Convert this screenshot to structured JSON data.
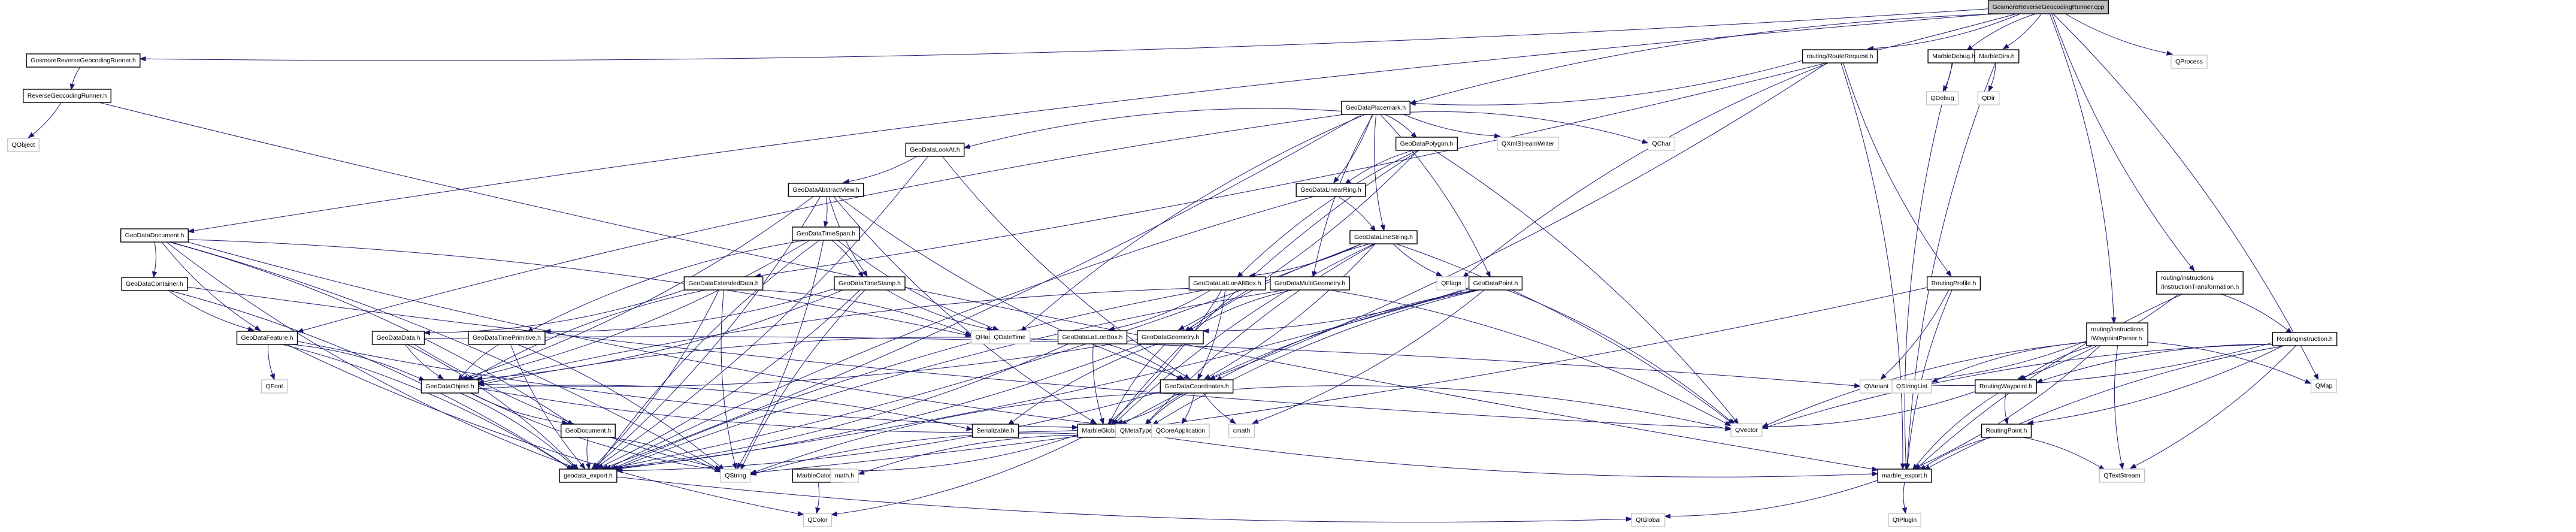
{
  "diagram": {
    "type": "include-dependency-graph",
    "root": "GosmoreReverseGeocodingRunner.cpp",
    "edge_color": "#191970",
    "node_border_internal": "#000000",
    "node_border_external": "#bfbfbf",
    "root_fill": "#bfbfbf",
    "nodes": [
      {
        "id": "root",
        "label": "GosmoreReverseGeocodingRunner.cpp",
        "kind": "root"
      },
      {
        "id": "grgr_h",
        "label": "GosmoreReverseGeocodingRunner.h",
        "kind": "internal"
      },
      {
        "id": "rgr_h",
        "label": "ReverseGeocodingRunner.h",
        "kind": "internal"
      },
      {
        "id": "qobject",
        "label": "QObject",
        "kind": "external"
      },
      {
        "id": "routereq",
        "label": "routing/RouteRequest.h",
        "kind": "internal"
      },
      {
        "id": "marbledebug",
        "label": "MarbleDebug.h",
        "kind": "internal"
      },
      {
        "id": "marbledirs",
        "label": "MarbleDirs.h",
        "kind": "internal"
      },
      {
        "id": "qprocess",
        "label": "QProcess",
        "kind": "external"
      },
      {
        "id": "qdebug",
        "label": "QDebug",
        "kind": "external"
      },
      {
        "id": "qdir",
        "label": "QDir",
        "kind": "external"
      },
      {
        "id": "placemark",
        "label": "GeoDataPlacemark.h",
        "kind": "internal"
      },
      {
        "id": "lookat",
        "label": "GeoDataLookAt.h",
        "kind": "internal"
      },
      {
        "id": "polygon",
        "label": "GeoDataPolygon.h",
        "kind": "internal"
      },
      {
        "id": "qxml",
        "label": "QXmlStreamWriter",
        "kind": "external"
      },
      {
        "id": "qchar",
        "label": "QChar",
        "kind": "external"
      },
      {
        "id": "abstractview",
        "label": "GeoDataAbstractView.h",
        "kind": "internal"
      },
      {
        "id": "linearring",
        "label": "GeoDataLinearRing.h",
        "kind": "internal"
      },
      {
        "id": "document",
        "label": "GeoDataDocument.h",
        "kind": "internal"
      },
      {
        "id": "timespan",
        "label": "GeoDataTimeSpan.h",
        "kind": "internal"
      },
      {
        "id": "linestring",
        "label": "GeoDataLineString.h",
        "kind": "internal"
      },
      {
        "id": "container",
        "label": "GeoDataContainer.h",
        "kind": "internal"
      },
      {
        "id": "extendeddata",
        "label": "GeoDataExtendedData.h",
        "kind": "internal"
      },
      {
        "id": "timestamp",
        "label": "GeoDataTimeStamp.h",
        "kind": "internal"
      },
      {
        "id": "latlonaltbox",
        "label": "GeoDataLatLonAltBox.h",
        "kind": "internal"
      },
      {
        "id": "multigeometry",
        "label": "GeoDataMultiGeometry.h",
        "kind": "internal"
      },
      {
        "id": "qflags",
        "label": "QFlags",
        "kind": "external"
      },
      {
        "id": "point",
        "label": "GeoDataPoint.h",
        "kind": "internal"
      },
      {
        "id": "routingprofile",
        "label": "RoutingProfile.h",
        "kind": "internal"
      },
      {
        "id": "waypointparser",
        "label": "routing/instructions\n/WaypointParser.h",
        "kind": "internal"
      },
      {
        "id": "instrtransform",
        "label": "routing/instructions\n/InstructionTransformation.h",
        "kind": "internal"
      },
      {
        "id": "qmap",
        "label": "QMap",
        "kind": "external"
      },
      {
        "id": "qhash",
        "label": "QHash",
        "kind": "external"
      },
      {
        "id": "qdatetime",
        "label": "QDateTime",
        "kind": "external"
      },
      {
        "id": "feature",
        "label": "GeoDataFeature.h",
        "kind": "internal"
      },
      {
        "id": "datadata",
        "label": "GeoDataData.h",
        "kind": "internal"
      },
      {
        "id": "timeprimitive",
        "label": "GeoDataTimePrimitive.h",
        "kind": "internal"
      },
      {
        "id": "latlonbox",
        "label": "GeoDataLatLonBox.h",
        "kind": "internal"
      },
      {
        "id": "geometry",
        "label": "GeoDataGeometry.h",
        "kind": "internal"
      },
      {
        "id": "routinginstruction",
        "label": "RoutingInstruction.h",
        "kind": "internal"
      },
      {
        "id": "qfont",
        "label": "QFont",
        "kind": "external"
      },
      {
        "id": "dataobject",
        "label": "GeoDataObject.h",
        "kind": "internal"
      },
      {
        "id": "coordinates",
        "label": "GeoDataCoordinates.h",
        "kind": "internal"
      },
      {
        "id": "qvariant",
        "label": "QVariant",
        "kind": "external"
      },
      {
        "id": "qstringlist",
        "label": "QStringList",
        "kind": "external"
      },
      {
        "id": "routingwaypoint",
        "label": "RoutingWaypoint.h",
        "kind": "internal"
      },
      {
        "id": "serializable",
        "label": "Serializable.h",
        "kind": "internal"
      },
      {
        "id": "marbleglobal",
        "label": "MarbleGlobal.h",
        "kind": "internal"
      },
      {
        "id": "qmetatype",
        "label": "QMetaType",
        "kind": "external"
      },
      {
        "id": "qcoreapp",
        "label": "QCoreApplication",
        "kind": "external"
      },
      {
        "id": "cmath",
        "label": "cmath",
        "kind": "external"
      },
      {
        "id": "qvector",
        "label": "QVector",
        "kind": "external"
      },
      {
        "id": "geodocument",
        "label": "GeoDocument.h",
        "kind": "internal"
      },
      {
        "id": "routingpoint",
        "label": "RoutingPoint.h",
        "kind": "internal"
      },
      {
        "id": "geodataexport",
        "label": "geodata_export.h",
        "kind": "internal"
      },
      {
        "id": "qstring",
        "label": "QString",
        "kind": "external"
      },
      {
        "id": "marblecolors",
        "label": "MarbleColors.h",
        "kind": "internal"
      },
      {
        "id": "mathh",
        "label": "math.h",
        "kind": "external"
      },
      {
        "id": "marbleexport",
        "label": "marble_export.h",
        "kind": "internal"
      },
      {
        "id": "qtextstream",
        "label": "QTextStream",
        "kind": "external"
      },
      {
        "id": "qcolor",
        "label": "QColor",
        "kind": "external"
      },
      {
        "id": "qtglobal",
        "label": "QtGlobal",
        "kind": "external"
      },
      {
        "id": "qtplugin",
        "label": "QtPlugin",
        "kind": "external"
      }
    ],
    "edges": [
      [
        "root",
        "grgr_h"
      ],
      [
        "root",
        "document"
      ],
      [
        "root",
        "extendeddata"
      ],
      [
        "root",
        "placemark"
      ],
      [
        "root",
        "routereq"
      ],
      [
        "root",
        "marbledebug"
      ],
      [
        "root",
        "marbledirs"
      ],
      [
        "root",
        "qprocess"
      ],
      [
        "root",
        "waypointparser"
      ],
      [
        "root",
        "instrtransform"
      ],
      [
        "root",
        "qmap"
      ],
      [
        "grgr_h",
        "rgr_h"
      ],
      [
        "rgr_h",
        "qobject"
      ],
      [
        "rgr_h",
        "marbleexport"
      ],
      [
        "marbledebug",
        "qdebug"
      ],
      [
        "marbledebug",
        "marbleexport"
      ],
      [
        "marbledirs",
        "qdir"
      ],
      [
        "marbledirs",
        "marbleexport"
      ],
      [
        "routereq",
        "placemark"
      ],
      [
        "routereq",
        "routingprofile"
      ],
      [
        "routereq",
        "coordinates"
      ],
      [
        "routereq",
        "qflags"
      ],
      [
        "routereq",
        "marbleexport"
      ],
      [
        "placemark",
        "lookat"
      ],
      [
        "placemark",
        "polygon"
      ],
      [
        "placemark",
        "qxml"
      ],
      [
        "placemark",
        "qchar"
      ],
      [
        "placemark",
        "feature"
      ],
      [
        "placemark",
        "linearring"
      ],
      [
        "placemark",
        "linestring"
      ],
      [
        "placemark",
        "point"
      ],
      [
        "placemark",
        "multigeometry"
      ],
      [
        "placemark",
        "geodataexport"
      ],
      [
        "placemark",
        "qdatetime"
      ],
      [
        "lookat",
        "abstractview"
      ],
      [
        "lookat",
        "coordinates"
      ],
      [
        "lookat",
        "geodataexport"
      ],
      [
        "polygon",
        "linearring"
      ],
      [
        "polygon",
        "geometry"
      ],
      [
        "polygon",
        "latlonaltbox"
      ],
      [
        "polygon",
        "qvector"
      ],
      [
        "polygon",
        "marbleglobal"
      ],
      [
        "abstractview",
        "timespan"
      ],
      [
        "abstractview",
        "timestamp"
      ],
      [
        "abstractview",
        "dataobject"
      ],
      [
        "abstractview",
        "coordinates"
      ],
      [
        "abstractview",
        "geodataexport"
      ],
      [
        "abstractview",
        "marbleglobal"
      ],
      [
        "linearring",
        "linestring"
      ],
      [
        "linearring",
        "geodataexport"
      ],
      [
        "linestring",
        "latlonaltbox"
      ],
      [
        "linestring",
        "geometry"
      ],
      [
        "linestring",
        "coordinates"
      ],
      [
        "linestring",
        "qflags"
      ],
      [
        "linestring",
        "qvector"
      ],
      [
        "linestring",
        "marbleglobal"
      ],
      [
        "linestring",
        "geodataexport"
      ],
      [
        "linestring",
        "qmetatype"
      ],
      [
        "timespan",
        "timestamp"
      ],
      [
        "timespan",
        "timeprimitive"
      ],
      [
        "timespan",
        "dataobject"
      ],
      [
        "timespan",
        "qdatetime"
      ],
      [
        "timespan",
        "qstring"
      ],
      [
        "timespan",
        "geodataexport"
      ],
      [
        "timestamp",
        "timeprimitive"
      ],
      [
        "timestamp",
        "qdatetime"
      ],
      [
        "timestamp",
        "dataobject"
      ],
      [
        "timestamp",
        "qstring"
      ],
      [
        "timestamp",
        "geodataexport"
      ],
      [
        "timeprimitive",
        "dataobject"
      ],
      [
        "timeprimitive",
        "qstring"
      ],
      [
        "timeprimitive",
        "geodataexport"
      ],
      [
        "document",
        "container"
      ],
      [
        "document",
        "feature"
      ],
      [
        "document",
        "geodocument"
      ],
      [
        "document",
        "geodataexport"
      ],
      [
        "document",
        "qhash"
      ],
      [
        "document",
        "qmetatype"
      ],
      [
        "document",
        "qstring"
      ],
      [
        "container",
        "feature"
      ],
      [
        "container",
        "geodataexport"
      ],
      [
        "container",
        "qvector"
      ],
      [
        "extendeddata",
        "datadata"
      ],
      [
        "extendeddata",
        "dataobject"
      ],
      [
        "extendeddata",
        "qhash"
      ],
      [
        "extendeddata",
        "qstring"
      ],
      [
        "extendeddata",
        "geodataexport"
      ],
      [
        "datadata",
        "dataobject"
      ],
      [
        "datadata",
        "qvariant"
      ],
      [
        "datadata",
        "qstring"
      ],
      [
        "datadata",
        "geodataexport"
      ],
      [
        "feature",
        "qfont"
      ],
      [
        "feature",
        "dataobject"
      ],
      [
        "feature",
        "marbleglobal"
      ],
      [
        "feature",
        "geodataexport"
      ],
      [
        "feature",
        "qcolor"
      ],
      [
        "latlonaltbox",
        "latlonbox"
      ],
      [
        "latlonaltbox",
        "dataobject"
      ],
      [
        "latlonaltbox",
        "coordinates"
      ],
      [
        "latlonaltbox",
        "geodataexport"
      ],
      [
        "latlonaltbox",
        "marbleglobal"
      ],
      [
        "multigeometry",
        "geometry"
      ],
      [
        "multigeometry",
        "qvector"
      ],
      [
        "multigeometry",
        "geodataexport"
      ],
      [
        "latlonbox",
        "coordinates"
      ],
      [
        "latlonbox",
        "marbleglobal"
      ],
      [
        "latlonbox",
        "geodataexport"
      ],
      [
        "latlonbox",
        "dataobject"
      ],
      [
        "geometry",
        "dataobject"
      ],
      [
        "geometry",
        "marbleglobal"
      ],
      [
        "geometry",
        "geodataexport"
      ],
      [
        "geometry",
        "serializable"
      ],
      [
        "point",
        "geometry"
      ],
      [
        "point",
        "coordinates"
      ],
      [
        "point",
        "qvector"
      ],
      [
        "point",
        "marbleglobal"
      ],
      [
        "point",
        "geodataexport"
      ],
      [
        "point",
        "qmetatype"
      ],
      [
        "point",
        "cmath"
      ],
      [
        "dataobject",
        "geodocument"
      ],
      [
        "dataobject",
        "serializable"
      ],
      [
        "dataobject",
        "qstring"
      ],
      [
        "dataobject",
        "geodataexport"
      ],
      [
        "dataobject",
        "qmetatype"
      ],
      [
        "coordinates",
        "qcoreapp"
      ],
      [
        "coordinates",
        "qmetatype"
      ],
      [
        "coordinates",
        "qvector"
      ],
      [
        "coordinates",
        "cmath"
      ],
      [
        "coordinates",
        "marbleglobal"
      ],
      [
        "coordinates",
        "qstring"
      ],
      [
        "coordinates",
        "geodataexport"
      ],
      [
        "geodocument",
        "geodataexport"
      ],
      [
        "geodocument",
        "qstring"
      ],
      [
        "marbleglobal",
        "qstring"
      ],
      [
        "marbleglobal",
        "marblecolors"
      ],
      [
        "marbleglobal",
        "mathh"
      ],
      [
        "marbleglobal",
        "qcolor"
      ],
      [
        "marbleglobal",
        "marbleexport"
      ],
      [
        "marblecolors",
        "qcolor"
      ],
      [
        "geodataexport",
        "qtglobal"
      ],
      [
        "marbleexport",
        "qtglobal"
      ],
      [
        "marbleexport",
        "qtplugin"
      ],
      [
        "routingprofile",
        "qvariant"
      ],
      [
        "routingprofile",
        "marbleexport"
      ],
      [
        "routingprofile",
        "qstring"
      ],
      [
        "waypointparser",
        "routingwaypoint"
      ],
      [
        "waypointparser",
        "qvariant"
      ],
      [
        "waypointparser",
        "qstringlist"
      ],
      [
        "waypointparser",
        "qmap"
      ],
      [
        "waypointparser",
        "qtextstream"
      ],
      [
        "waypointparser",
        "marbleexport"
      ],
      [
        "waypointparser",
        "qvector"
      ],
      [
        "instrtransform",
        "routinginstruction"
      ],
      [
        "instrtransform",
        "marbleexport"
      ],
      [
        "instrtransform",
        "routingwaypoint"
      ],
      [
        "routinginstruction",
        "routingwaypoint"
      ],
      [
        "routinginstruction",
        "routingpoint"
      ],
      [
        "routinginstruction",
        "qvector"
      ],
      [
        "routinginstruction",
        "qtextstream"
      ],
      [
        "routinginstruction",
        "marbleexport"
      ],
      [
        "routinginstruction",
        "qvariant"
      ],
      [
        "routingwaypoint",
        "routingpoint"
      ],
      [
        "routingwaypoint",
        "qvector"
      ],
      [
        "routingwaypoint",
        "marbleexport"
      ],
      [
        "routingpoint",
        "qtextstream"
      ],
      [
        "routingpoint",
        "marbleexport"
      ]
    ]
  }
}
